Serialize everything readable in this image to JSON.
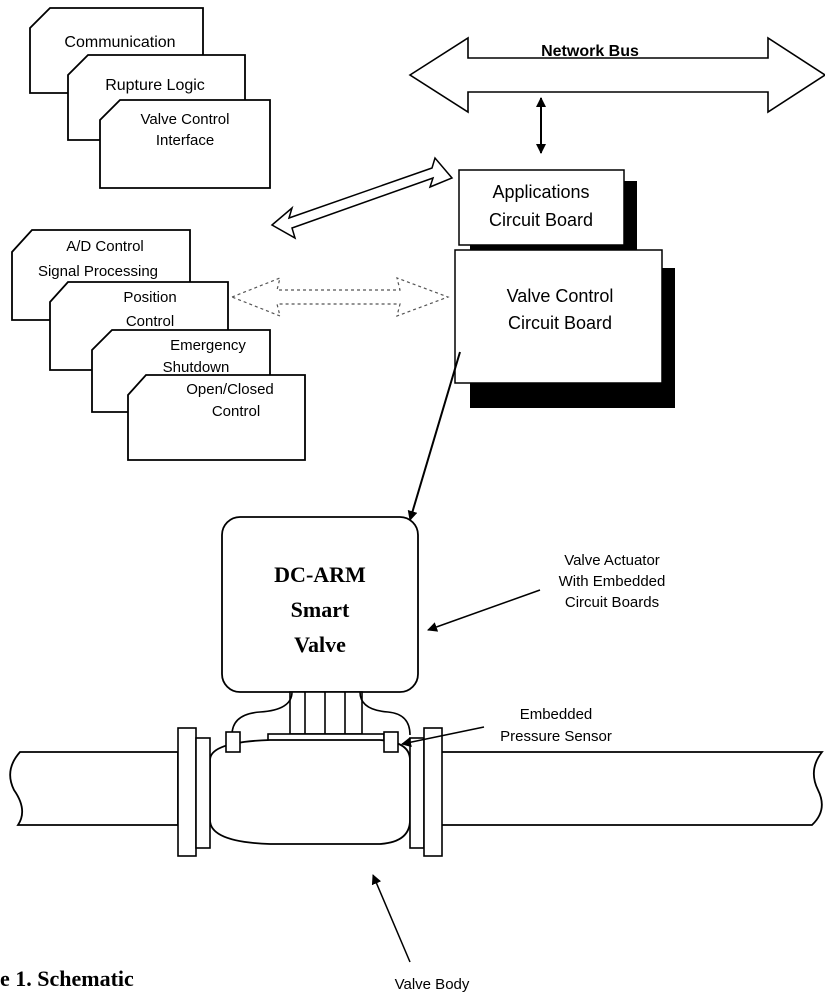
{
  "modules_top": {
    "communication": "Communication",
    "rupture_logic": "Rupture Logic",
    "valve_control_interface": [
      "Valve Control",
      "Interface"
    ]
  },
  "modules_bottom": {
    "ad_control": [
      "A/D Control",
      "Signal Processing"
    ],
    "position_control": [
      "Position",
      "Control"
    ],
    "emergency_shutdown": [
      "Emergency",
      "Shutdown"
    ],
    "open_closed_control": [
      "Open/Closed",
      "Control"
    ]
  },
  "network_bus": "Network Bus",
  "boards": {
    "applications": [
      "Applications",
      "Circuit Board"
    ],
    "valve_control": [
      "Valve Control",
      "Circuit Board"
    ]
  },
  "actuator": [
    "DC-ARM",
    "Smart",
    "Valve"
  ],
  "callouts": {
    "valve_actuator": [
      "Valve Actuator",
      "With Embedded",
      "Circuit Boards"
    ],
    "pressure_sensor": [
      "Embedded",
      "Pressure Sensor"
    ],
    "valve_body": "Valve Body"
  },
  "caption_fragment": "e 1.  Schematic"
}
